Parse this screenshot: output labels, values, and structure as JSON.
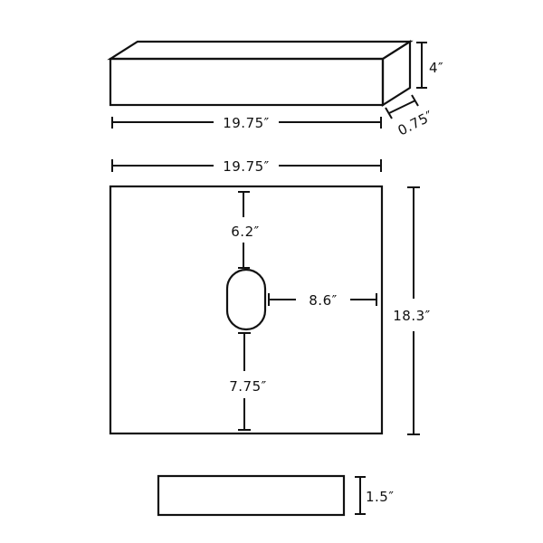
{
  "colors": {
    "ink": "#111111",
    "paper": "#ffffff"
  },
  "dimensions": {
    "backsplash_length": "19.75″",
    "backsplash_height": "4″",
    "backsplash_depth": "0.75″",
    "top_width": "19.75″",
    "top_depth": "18.3″",
    "hole_from_back": "6.2″",
    "hole_from_side": "8.6″",
    "hole_from_front": "7.75″",
    "top_thickness": "1.5″"
  }
}
